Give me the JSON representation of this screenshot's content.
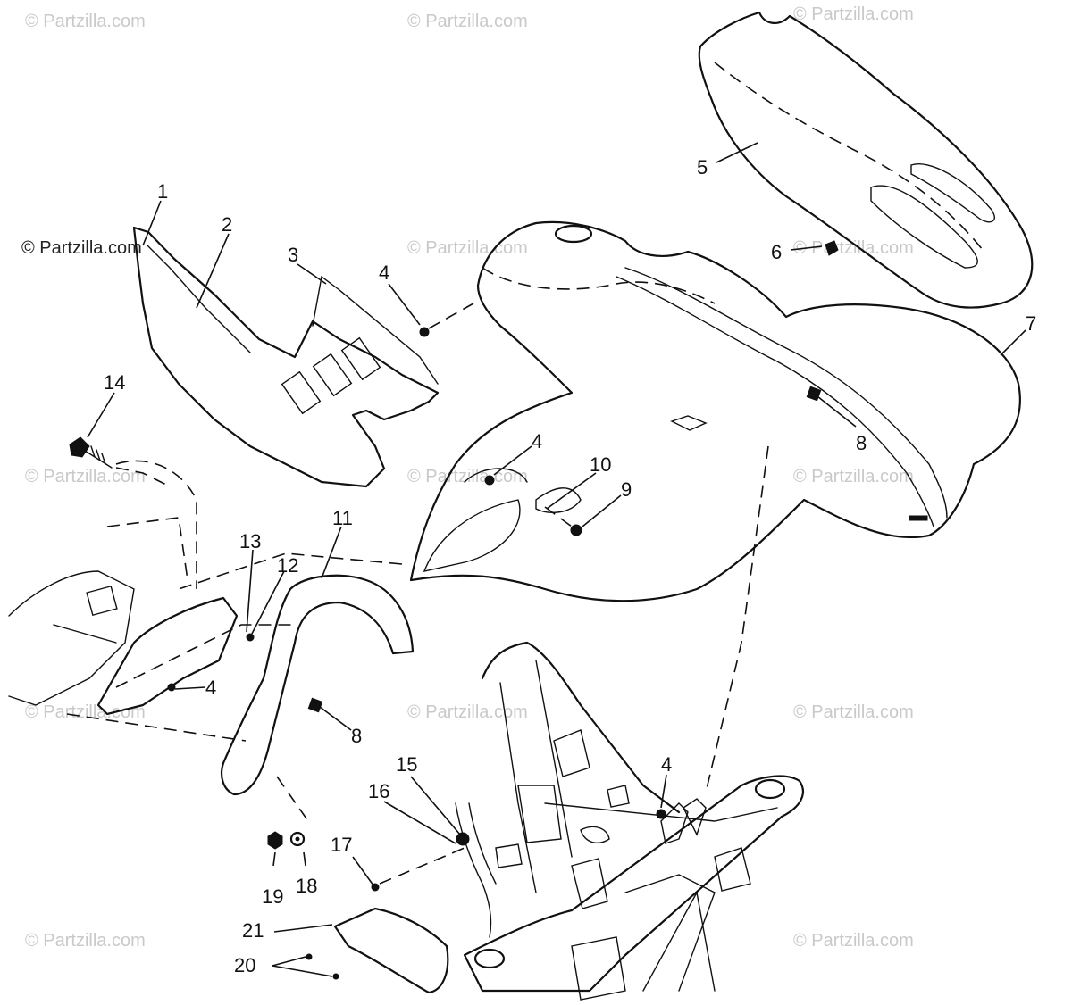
{
  "watermark": "© Partzilla.com",
  "callouts": {
    "c1": "1",
    "c2": "2",
    "c3": "3",
    "c4a": "4",
    "c4b": "4",
    "c4c": "4",
    "c4d": "4",
    "c5": "5",
    "c6": "6",
    "c7": "7",
    "c8a": "8",
    "c8b": "8",
    "c9": "9",
    "c10": "10",
    "c11": "11",
    "c12": "12",
    "c13": "13",
    "c14": "14",
    "c15": "15",
    "c16": "16",
    "c17": "17",
    "c18": "18",
    "c19": "19",
    "c20": "20",
    "c21": "21"
  }
}
